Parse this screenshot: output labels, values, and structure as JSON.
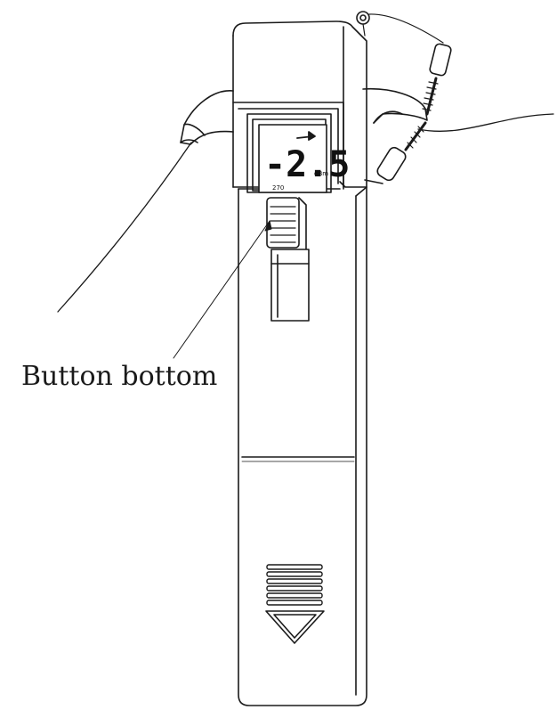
{
  "diagram": {
    "callout": {
      "label": "Button bottom"
    },
    "lcd": {
      "reading": "-2.5",
      "unit": "dBm",
      "wavelength": "270",
      "indicator": "arrow-right-icon"
    },
    "colors": {
      "line": "#1a1a1a",
      "background": "#ffffff"
    }
  }
}
